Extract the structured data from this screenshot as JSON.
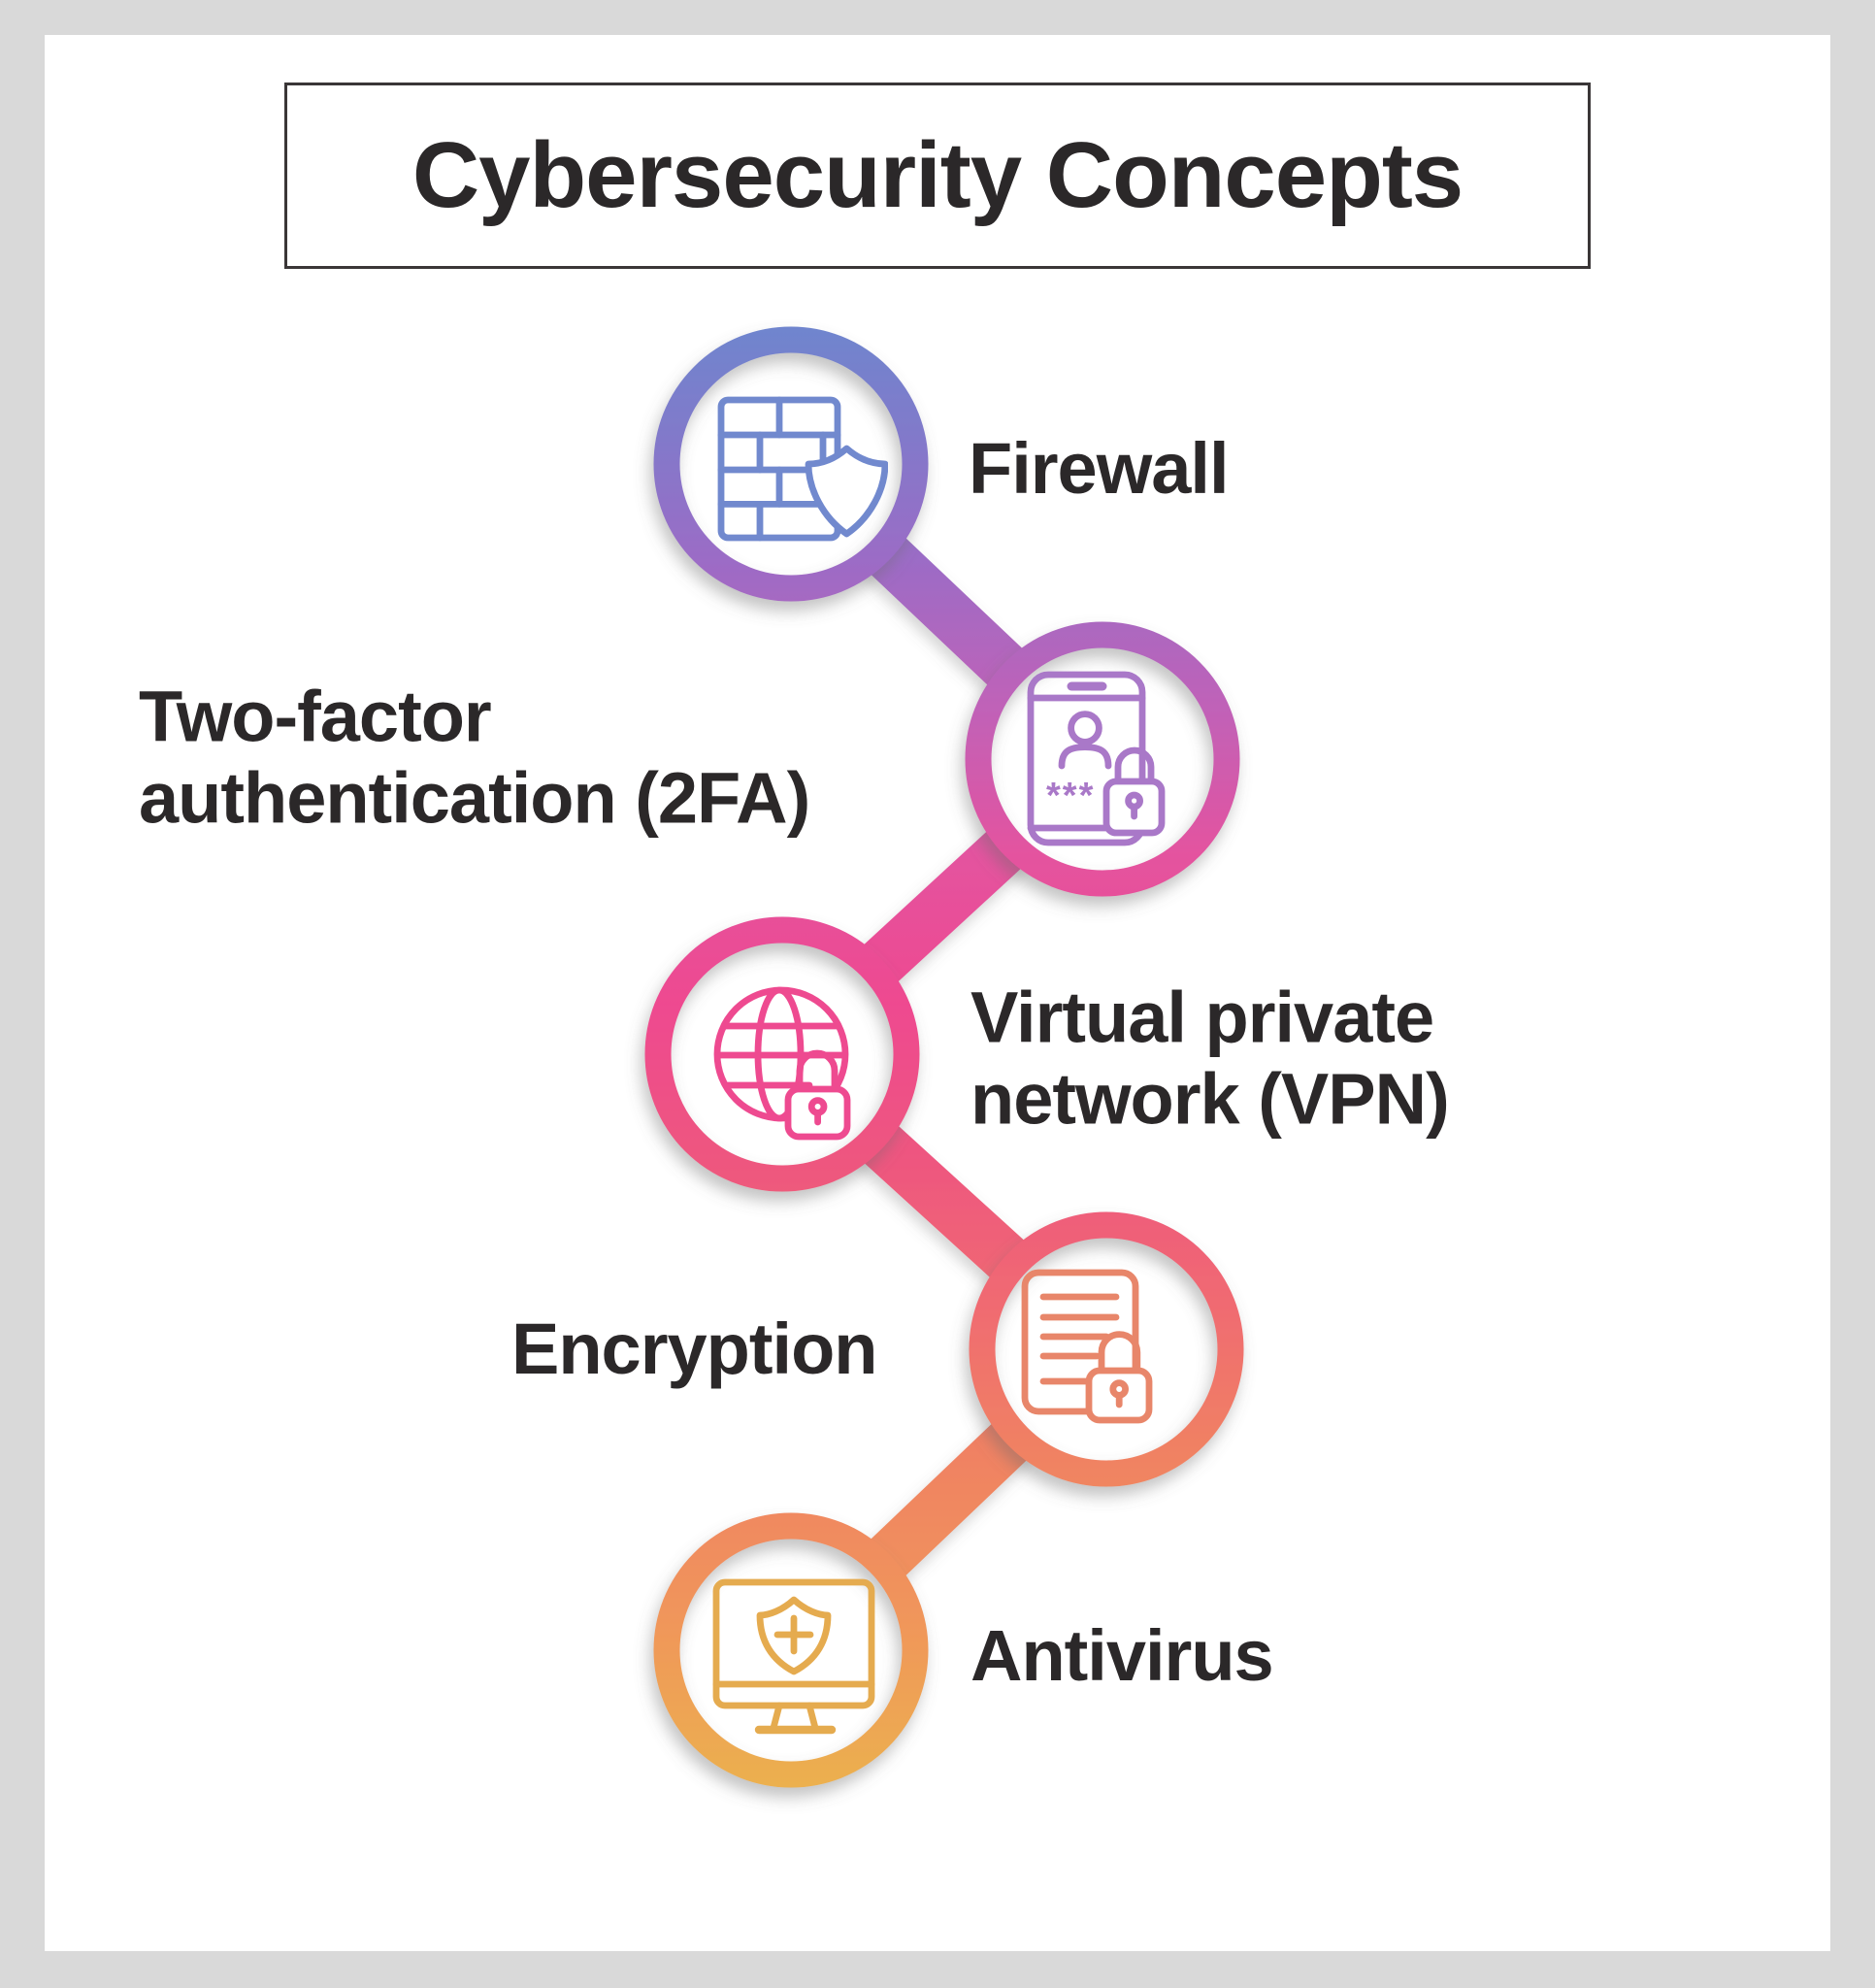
{
  "page": {
    "background": "#d9d9d9",
    "card_background": "#ffffff",
    "title_border_color": "#3a3637",
    "text_color": "#2b2829"
  },
  "title": {
    "text": "Cybersecurity Concepts"
  },
  "gradient": {
    "stops": [
      "#6e86ce",
      "#8279ca",
      "#9b6cc6",
      "#c062b8",
      "#e4539f",
      "#ee4a90",
      "#ee5580",
      "#f06a72",
      "#f08163",
      "#f0975a",
      "#ebb34d"
    ]
  },
  "nodes": [
    {
      "id": "firewall",
      "label": "Firewall",
      "icon": "brick-wall-shield-icon",
      "icon_color": "#7189ce"
    },
    {
      "id": "two-factor-authentication",
      "label": "Two-factor authentication (2FA)",
      "label_lines": [
        "Two-factor",
        "authentication (2FA)"
      ],
      "icon": "phone-user-lock-icon",
      "icon_color": "#a978c8",
      "icon_text": "***"
    },
    {
      "id": "virtual-private-network",
      "label": "Virtual private network (VPN)",
      "label_lines": [
        "Virtual private",
        "network (VPN)"
      ],
      "icon": "globe-lock-icon",
      "icon_color": "#ee4a90"
    },
    {
      "id": "encryption",
      "label": "Encryption",
      "icon": "document-lock-icon",
      "icon_color": "#e8866a"
    },
    {
      "id": "antivirus",
      "label": "Antivirus",
      "icon": "monitor-shield-icon",
      "icon_color": "#e5ab4f"
    }
  ]
}
